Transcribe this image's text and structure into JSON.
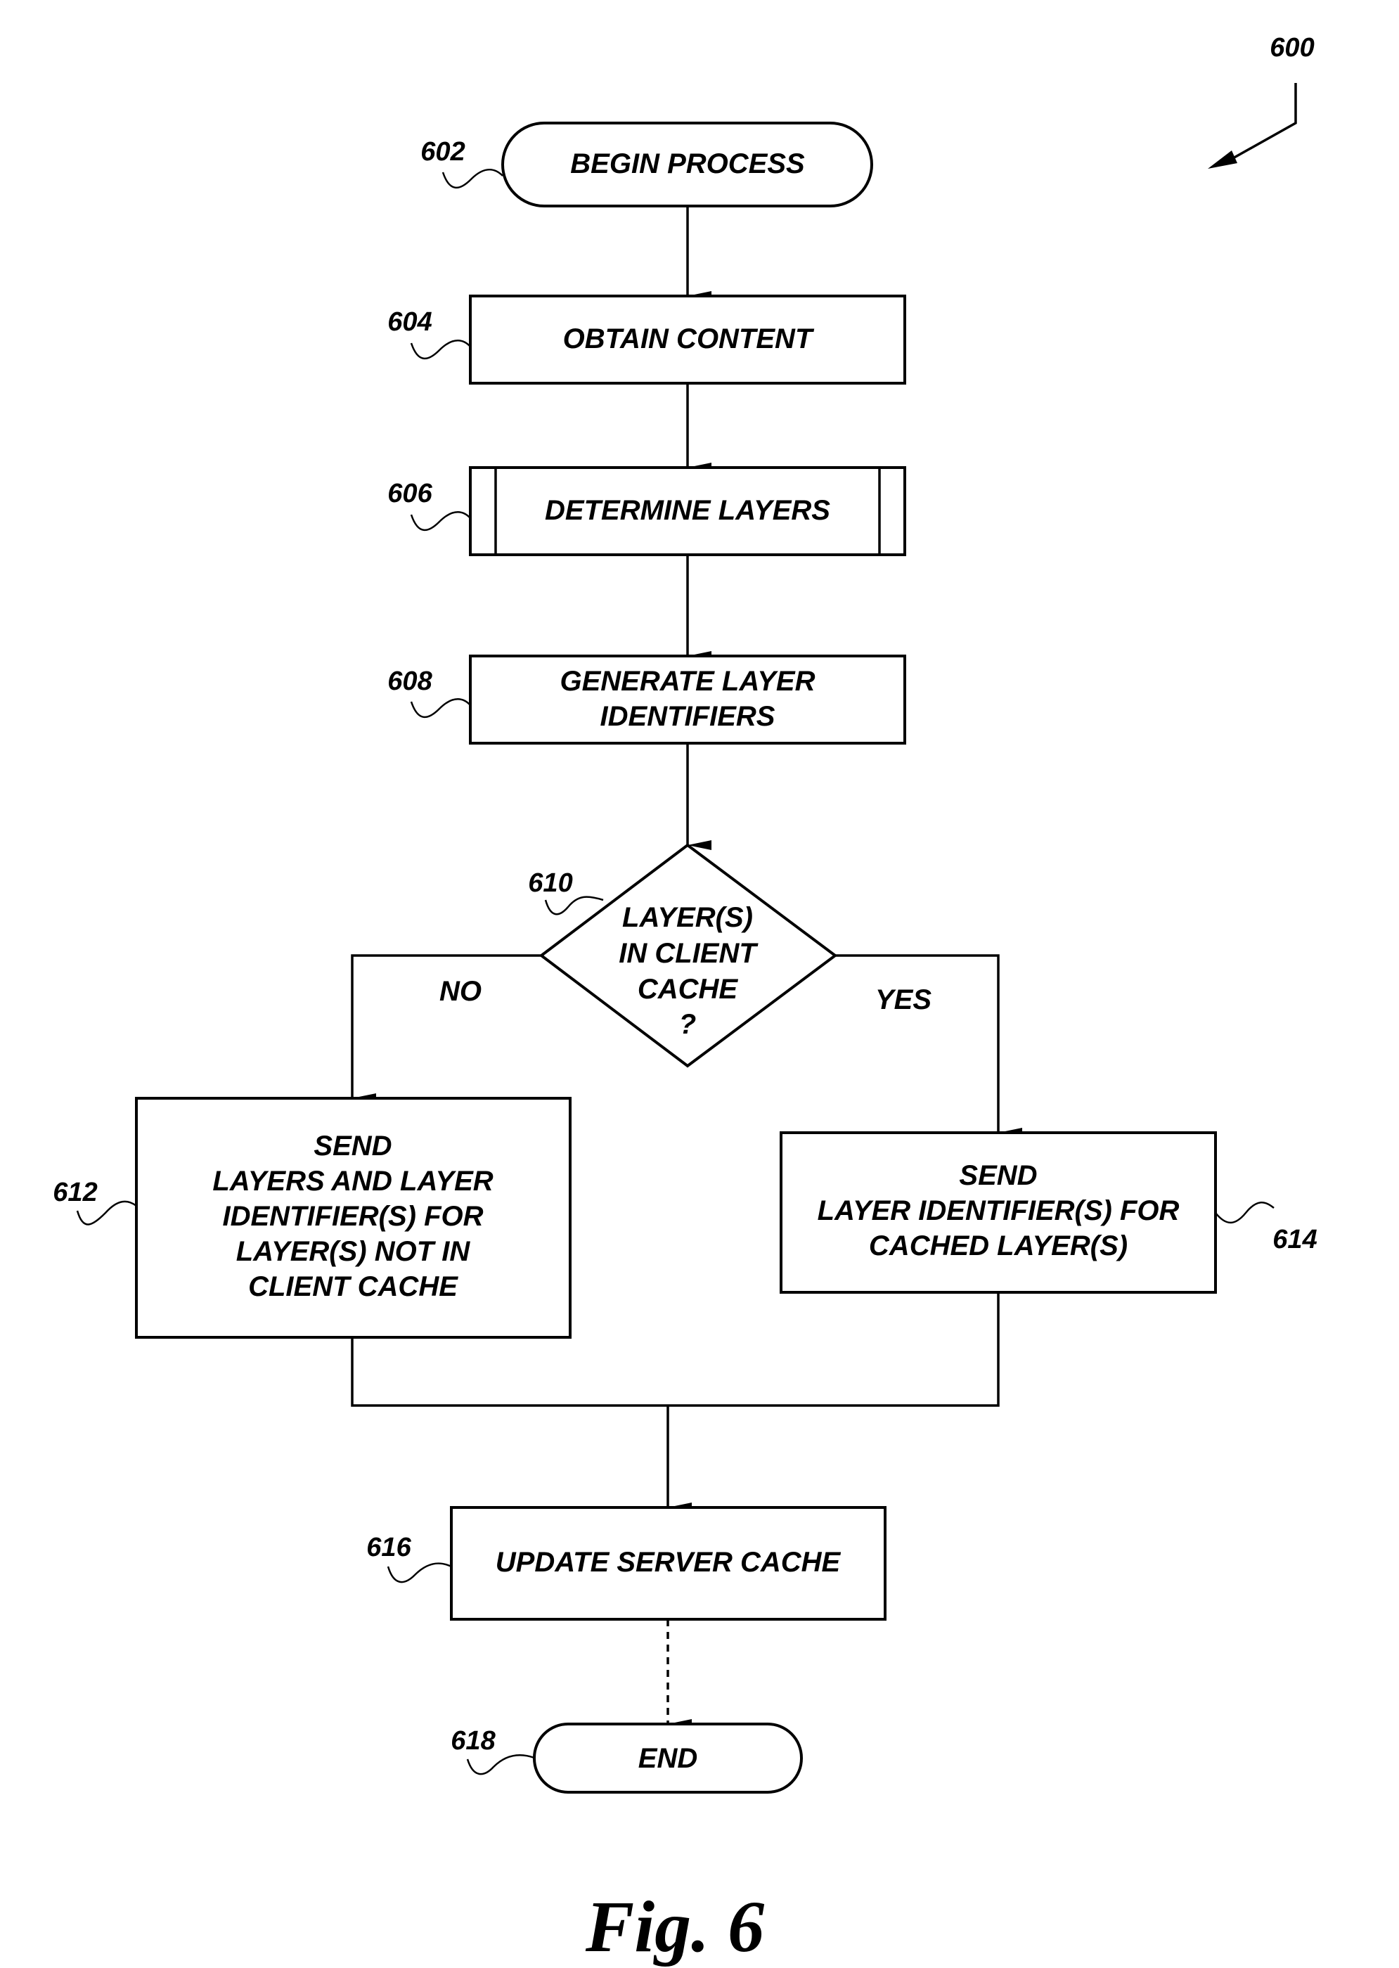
{
  "figure": {
    "number": "600",
    "caption": "Fig. 6"
  },
  "nodes": {
    "begin": {
      "ref": "602",
      "type": "terminal",
      "lines": [
        "BEGIN PROCESS"
      ]
    },
    "obtain": {
      "ref": "604",
      "type": "process",
      "lines": [
        "OBTAIN CONTENT"
      ]
    },
    "determine": {
      "ref": "606",
      "type": "predefined-process",
      "lines": [
        "DETERMINE LAYERS"
      ]
    },
    "generate": {
      "ref": "608",
      "type": "process",
      "lines": [
        "GENERATE LAYER",
        "IDENTIFIERS"
      ]
    },
    "decision": {
      "ref": "610",
      "type": "decision",
      "lines": [
        "LAYER(S)",
        "IN CLIENT",
        "CACHE",
        "?"
      ]
    },
    "send_not_cached": {
      "ref": "612",
      "type": "process",
      "lines": [
        "SEND",
        "LAYERS AND LAYER",
        "IDENTIFIER(S) FOR",
        "LAYER(S) NOT IN",
        "CLIENT CACHE"
      ]
    },
    "send_cached": {
      "ref": "614",
      "type": "process",
      "lines": [
        "SEND",
        "LAYER IDENTIFIER(S) FOR",
        "CACHED LAYER(S)"
      ]
    },
    "update": {
      "ref": "616",
      "type": "process",
      "lines": [
        "UPDATE SERVER CACHE"
      ]
    },
    "end": {
      "ref": "618",
      "type": "terminal",
      "lines": [
        "END"
      ]
    }
  },
  "branches": {
    "no": "NO",
    "yes": "YES"
  },
  "edges": [
    {
      "from": "602",
      "to": "604",
      "style": "solid"
    },
    {
      "from": "604",
      "to": "606",
      "style": "solid"
    },
    {
      "from": "606",
      "to": "608",
      "style": "solid"
    },
    {
      "from": "608",
      "to": "610",
      "style": "solid"
    },
    {
      "from": "610",
      "to": "612",
      "label": "NO",
      "style": "solid"
    },
    {
      "from": "610",
      "to": "614",
      "label": "YES",
      "style": "solid"
    },
    {
      "from": "612",
      "to": "616",
      "style": "solid"
    },
    {
      "from": "614",
      "to": "616",
      "style": "solid"
    },
    {
      "from": "616",
      "to": "618",
      "style": "dashed"
    }
  ]
}
